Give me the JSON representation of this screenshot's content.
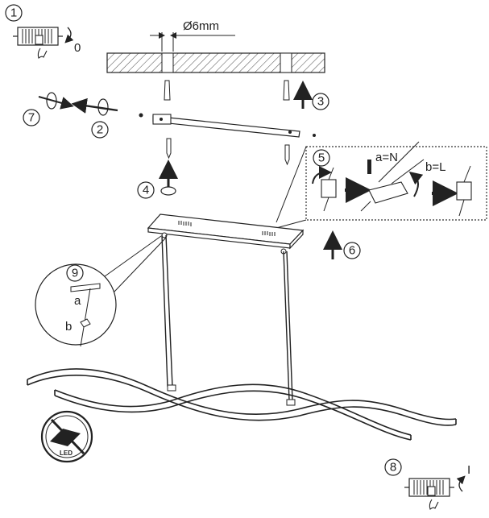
{
  "steps": [
    "1",
    "2",
    "3",
    "4",
    "5",
    "6",
    "7",
    "8",
    "9"
  ],
  "drill_size": "Ø6mm",
  "switch_off_label": "0",
  "switch_on_label": "I",
  "wire_n": "a=N",
  "wire_l": "b=L",
  "detail_a": "a",
  "detail_b": "b",
  "led_badge": "LED",
  "colors": {
    "ink": "#222222",
    "hatch": "#555555",
    "panel_border": "#333333"
  }
}
